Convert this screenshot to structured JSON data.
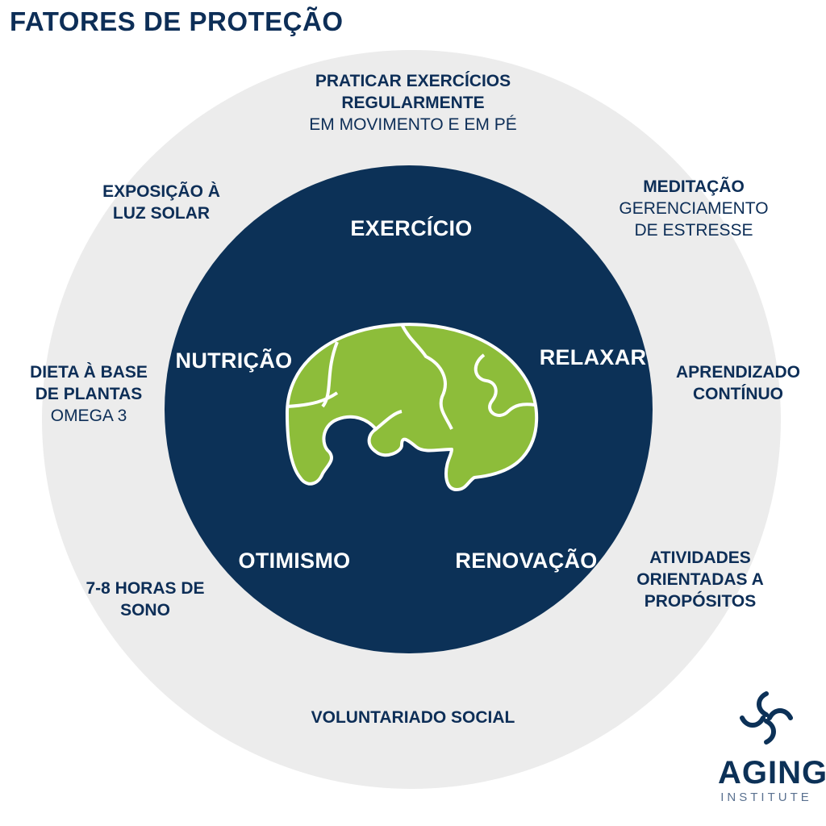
{
  "title": "FATORES DE PROTEÇÃO",
  "outer": {
    "top": {
      "bold1": "PRATICAR EXERCÍCIOS",
      "bold2": "REGULARMENTE",
      "light": "EM MOVIMENTO E EM PÉ"
    },
    "top_left": {
      "bold1": "EXPOSIÇÃO À",
      "bold2": "LUZ SOLAR"
    },
    "top_right": {
      "bold": "MEDITAÇÃO",
      "light1": "GERENCIAMENTO",
      "light2": "DE ESTRESSE"
    },
    "left": {
      "bold1": "DIETA À BASE",
      "bold2": "DE PLANTAS",
      "light": "OMEGA 3"
    },
    "right": {
      "bold1": "APRENDIZADO",
      "bold2": "CONTÍNUO"
    },
    "bottom_left": {
      "bold1": "7-8 HORAS DE",
      "bold2": "SONO"
    },
    "bottom_right": {
      "bold1": "ATIVIDADES",
      "bold2": "ORIENTADAS A",
      "bold3": "PROPÓSITOS"
    },
    "bottom": {
      "bold": "VOLUNTARIADO SOCIAL"
    }
  },
  "inner": {
    "top": "EXERCÍCIO",
    "left": "NUTRIÇÃO",
    "right": "RELAXAR",
    "bottom_left": "OTIMISMO",
    "bottom_right": "RENOVAÇÃO"
  },
  "logo": {
    "word": "AGING",
    "sub": "INSTITUTE"
  },
  "colors": {
    "navy": "#0c3157",
    "ring": "#ececec",
    "green": "#8dbd3a",
    "text": "#0d2e57"
  },
  "icons": {
    "center": "brain-puzzle-icon",
    "logo": "aging-institute-logo-icon"
  }
}
